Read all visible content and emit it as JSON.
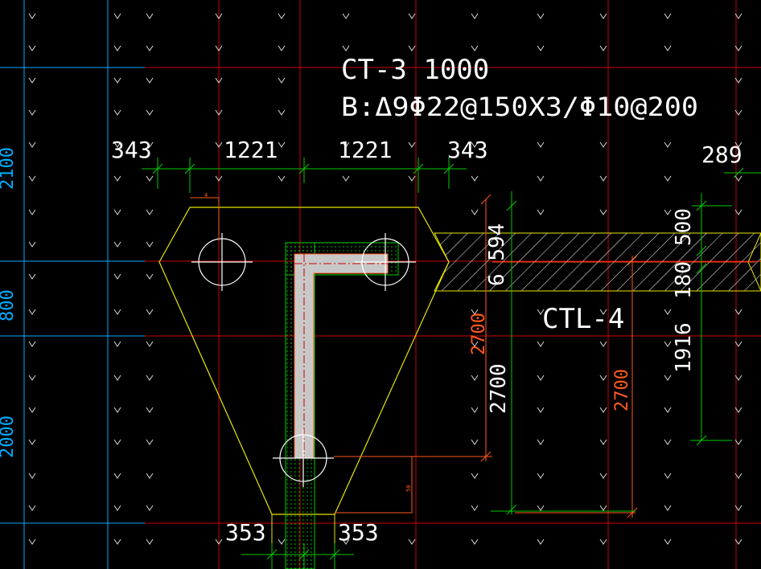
{
  "colors": {
    "background": "#000000",
    "grid_red": "#cc0000",
    "grid_cyan": "#00aaff",
    "dim_green": "#00cc00",
    "outline_yellow": "#e6e600",
    "text_white": "#ffffff",
    "dim_orange": "#ff5a1e",
    "column_fill": "#c8c8c8",
    "symbol_white": "#dddddd"
  },
  "cap": {
    "title": "CT-3 1000",
    "rebar_spec": "B:Δ9Φ22@150X3/Φ10@200"
  },
  "dims_top": [
    "343",
    "1221",
    "1221",
    "343"
  ],
  "dims_bottom": [
    "353",
    "353"
  ],
  "dim_right_top": "289",
  "beam_label": "CTL-4",
  "beam_offset": "6 594",
  "dims_vertical": {
    "orange_a": "2700",
    "white_a": "2700",
    "orange_b": "2700",
    "white_b_top": "500",
    "white_b_mid": "180",
    "white_b_low": "1916"
  },
  "grid_cyan_labels": [
    "2100",
    "800",
    "2000"
  ],
  "tiny_labels": [
    "4",
    "50"
  ]
}
